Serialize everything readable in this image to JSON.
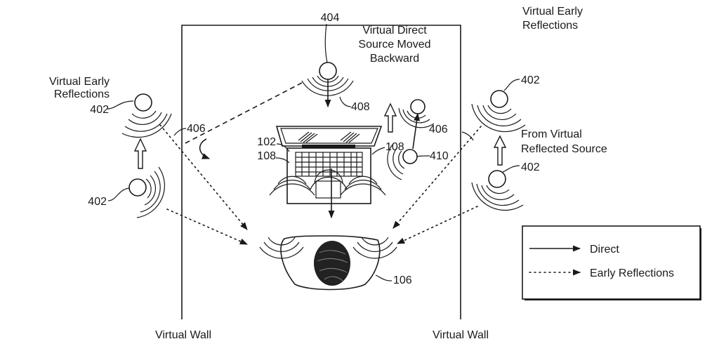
{
  "figure": {
    "labels": {
      "early_left_title_1": "Virtual Early",
      "early_left_title_2": "Reflections",
      "early_right_title_1": "Virtual Early",
      "early_right_title_2": "Reflections",
      "direct_title_1": "Virtual Direct",
      "direct_title_2": "Source Moved",
      "direct_title_3": "Backward",
      "reflected_title_1": "From Virtual",
      "reflected_title_2": "Reflected Source",
      "wall_left": "Virtual Wall",
      "wall_right": "Virtual Wall"
    },
    "refs": {
      "r402_left_top": "402",
      "r402_left_bottom": "402",
      "r402_right_top": "402",
      "r402_right_bottom": "402",
      "r404": "404",
      "r406_left": "406",
      "r406_right": "406",
      "r408": "408",
      "r410": "410",
      "r102": "102",
      "r108_left": "108",
      "r108_right": "108",
      "r106": "106"
    },
    "legend": {
      "items": [
        {
          "label": "Direct",
          "style": "solid"
        },
        {
          "label": "Early Reflections",
          "style": "dotted"
        }
      ]
    }
  }
}
